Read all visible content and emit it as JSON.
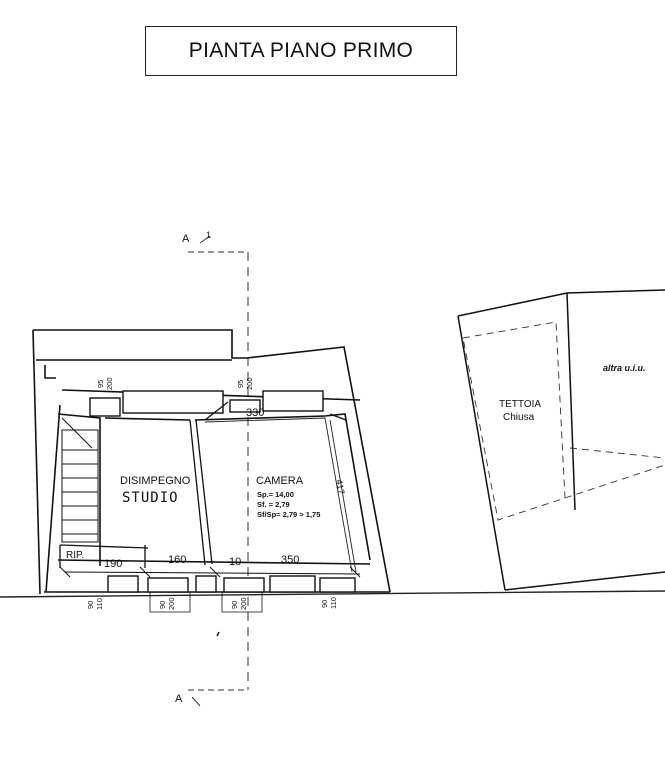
{
  "title": "PIANTA PIANO PRIMO",
  "section": {
    "top_label": "A",
    "top_number": "1",
    "bottom_label": "A"
  },
  "rooms": {
    "disimpegno": "DISIMPEGNO",
    "studio": "STUDIO",
    "camera": "CAMERA",
    "camera_sp": "Sp.= 14,00",
    "camera_sf": "Sf. = 2,79",
    "camera_ratio": "Sf/Sp= 2,79 > 1,75",
    "rip": "RIP.",
    "tettoia": "TETTOIA",
    "tettoia_sub": "Chiusa",
    "altra": "altra u.i.u."
  },
  "dimensions": {
    "d190": "190",
    "d160": "160",
    "d10": "10",
    "d350": "350",
    "d330": "330",
    "d417": "417",
    "top_window_1_w": "95",
    "top_window_1_h": "200",
    "top_window_2_w": "95",
    "top_window_2_h": "200",
    "bottom_window_1_w": "90",
    "bottom_window_1_h": "110",
    "bottom_window_2_w": "90",
    "bottom_window_2_h": "200",
    "bottom_window_3_w": "90",
    "bottom_window_3_h": "200",
    "bottom_window_4_w": "90",
    "bottom_window_4_h": "110"
  }
}
